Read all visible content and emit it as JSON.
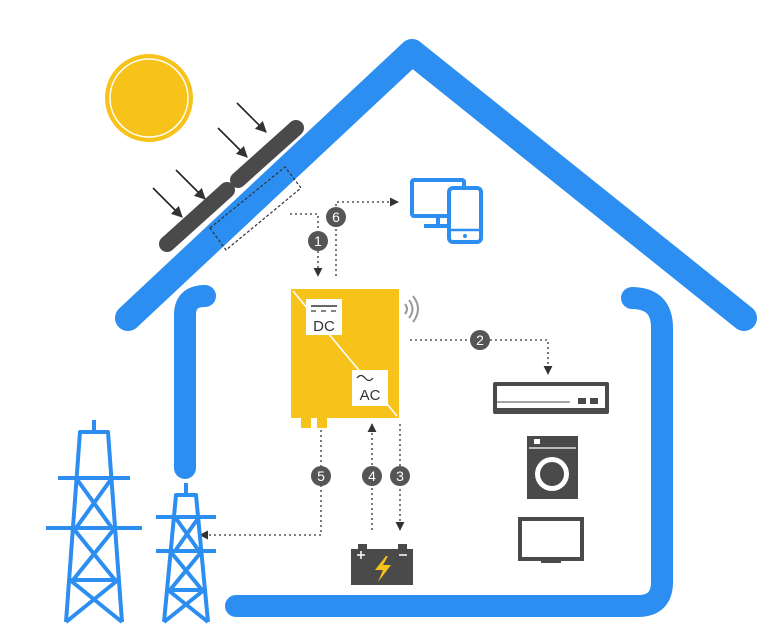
{
  "colors": {
    "house_blue": "#2b8ef0",
    "inverter_yellow": "#f7c21a",
    "sun_yellow": "#f7c21a",
    "dark_gray": "#4a4a4a",
    "badge_gray": "#555555",
    "white": "#ffffff"
  },
  "inverter": {
    "dc_label": "DC",
    "ac_label": "AC"
  },
  "steps": [
    "1",
    "2",
    "3",
    "4",
    "5",
    "6"
  ],
  "icons": [
    "sun-icon",
    "solar-panel-icon",
    "inverter-icon",
    "wifi-signal-icon",
    "monitor-icon",
    "smartphone-icon",
    "air-conditioner-icon",
    "washing-machine-icon",
    "tv-icon",
    "battery-icon",
    "power-tower-icon"
  ]
}
